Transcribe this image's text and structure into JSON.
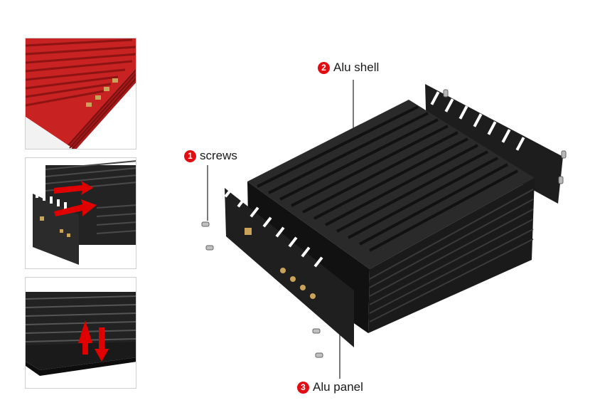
{
  "labels": {
    "screws": {
      "number": "1",
      "text": "screws"
    },
    "shell": {
      "number": "2",
      "text": "Alu shell"
    },
    "panel": {
      "number": "3",
      "text": "Alu panel"
    }
  },
  "colors": {
    "badge": "#e10d12",
    "enclosure_black": "#1e1e1e",
    "enclosure_red": "#d52a2a",
    "arrow_red": "#e00000"
  },
  "thumbnails": [
    {
      "icon": "red-enclosure-image"
    },
    {
      "icon": "slide-panel-assembly-image"
    },
    {
      "icon": "vertical-assembly-image"
    }
  ]
}
